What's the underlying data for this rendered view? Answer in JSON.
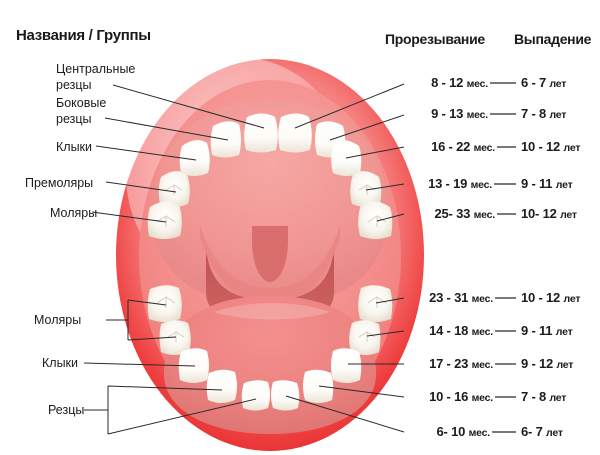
{
  "headers": {
    "left": "Названия / Группы",
    "eruption": "Прорезывание",
    "shedding": "Выпадение"
  },
  "colors": {
    "lip_outer": "#ef3b3b",
    "gum": "#f48a8a",
    "palate": "#f09090",
    "tongue": "#e97b7b",
    "throat": "#c85a5a",
    "tooth": "#ffffff",
    "tooth_shade": "#efe9de",
    "leader_line": "#2a2a2a",
    "text": "#1c1c1c"
  },
  "upper_left_labels": [
    {
      "line1": "Центральные",
      "line2": "резцы"
    },
    {
      "line1": "Боковые",
      "line2": "резцы"
    },
    {
      "line1": "Клыки",
      "line2": ""
    },
    {
      "line1": "Премоляры",
      "line2": ""
    },
    {
      "line1": "Моляры",
      "line2": ""
    }
  ],
  "lower_left_labels": [
    {
      "line1": "Моляры",
      "line2": ""
    },
    {
      "line1": "Клыки",
      "line2": ""
    },
    {
      "line1": "Резцы",
      "line2": ""
    }
  ],
  "upper_rows": [
    {
      "eruption_value": "8 - 12",
      "eruption_unit": "мес.",
      "shedding_value": "6 - 7",
      "shedding_unit": "лет"
    },
    {
      "eruption_value": "9 - 13",
      "eruption_unit": "мес.",
      "shedding_value": "7 - 8",
      "shedding_unit": "лет"
    },
    {
      "eruption_value": "16 - 22",
      "eruption_unit": "мес.",
      "shedding_value": "10 - 12",
      "shedding_unit": "лет"
    },
    {
      "eruption_value": "13 - 19",
      "eruption_unit": "мес.",
      "shedding_value": "9 - 11",
      "shedding_unit": "лет"
    },
    {
      "eruption_value": "25- 33",
      "eruption_unit": "мес.",
      "shedding_value": "10- 12",
      "shedding_unit": "лет"
    }
  ],
  "lower_rows": [
    {
      "eruption_value": "23 - 31",
      "eruption_unit": "мес.",
      "shedding_value": "10 - 12",
      "shedding_unit": "лет"
    },
    {
      "eruption_value": "14 - 18",
      "eruption_unit": "мес.",
      "shedding_value": "9 - 11",
      "shedding_unit": "лет"
    },
    {
      "eruption_value": "17 - 23",
      "eruption_unit": "мес.",
      "shedding_value": "9 - 12",
      "shedding_unit": "лет"
    },
    {
      "eruption_value": "10 - 16",
      "eruption_unit": "мес.",
      "shedding_value": "7 - 8",
      "shedding_unit": "лет"
    },
    {
      "eruption_value": "6- 10",
      "eruption_unit": "мес.",
      "shedding_value": "6- 7",
      "shedding_unit": "лет"
    }
  ]
}
